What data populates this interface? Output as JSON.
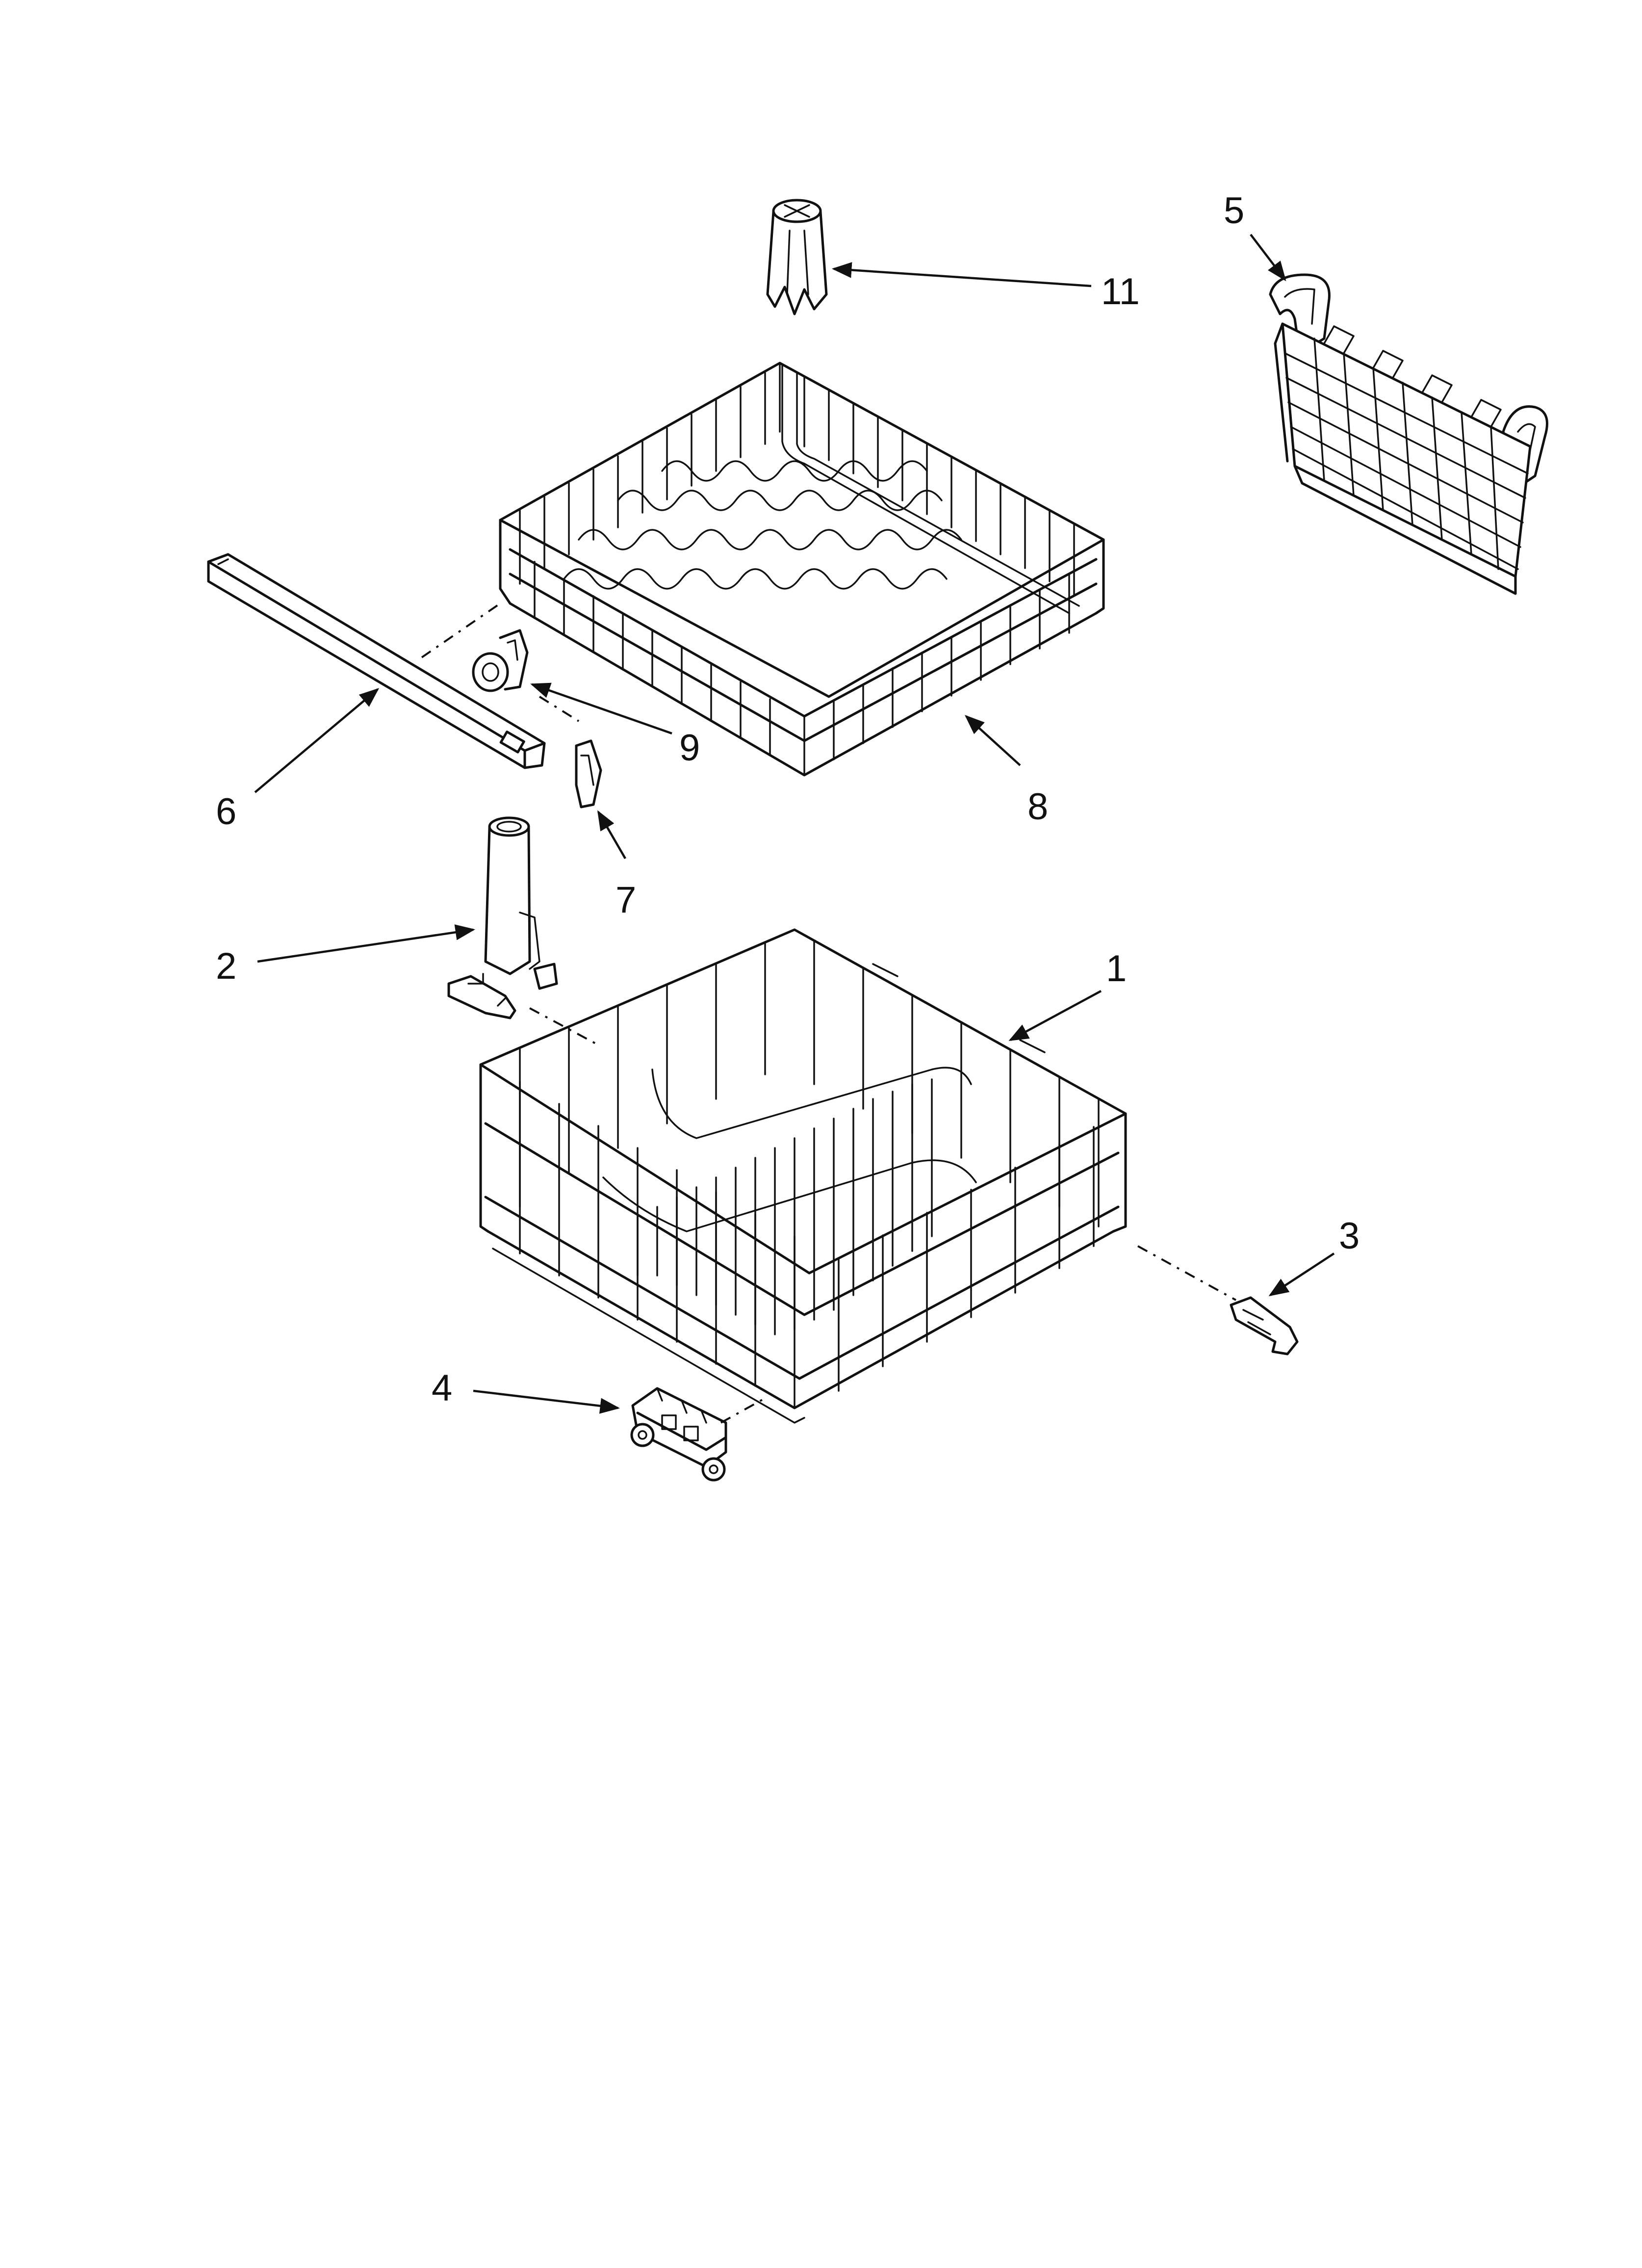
{
  "diagram": {
    "callouts": {
      "c1": "1",
      "c2": "2",
      "c3": "3",
      "c4": "4",
      "c5": "5",
      "c6": "6",
      "c7": "7",
      "c8": "8",
      "c9": "9",
      "c11": "11"
    },
    "parts": {
      "p1": "lower-dish-rack",
      "p2": "spray-tube",
      "p3": "rack-clip",
      "p4": "roller-assembly",
      "p5": "silverware-basket",
      "p6": "rack-track",
      "p7": "end-cap",
      "p8": "upper-dish-rack",
      "p9": "rack-roller",
      "p11": "spray-nozzle-tube"
    },
    "colors": {
      "line": "#111111",
      "background": "#ffffff"
    }
  }
}
